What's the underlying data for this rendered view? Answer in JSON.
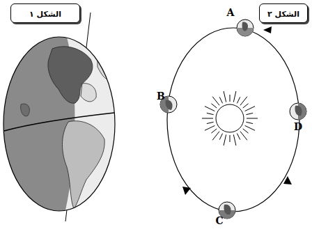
{
  "diagram": {
    "nodes": [
      {
        "text": [
          "الشكل ١"
        ]
      },
      {
        "text": [
          "الشكل ٢"
        ]
      }
    ],
    "labels": [
      "A",
      "B",
      "C",
      "D"
    ]
  }
}
